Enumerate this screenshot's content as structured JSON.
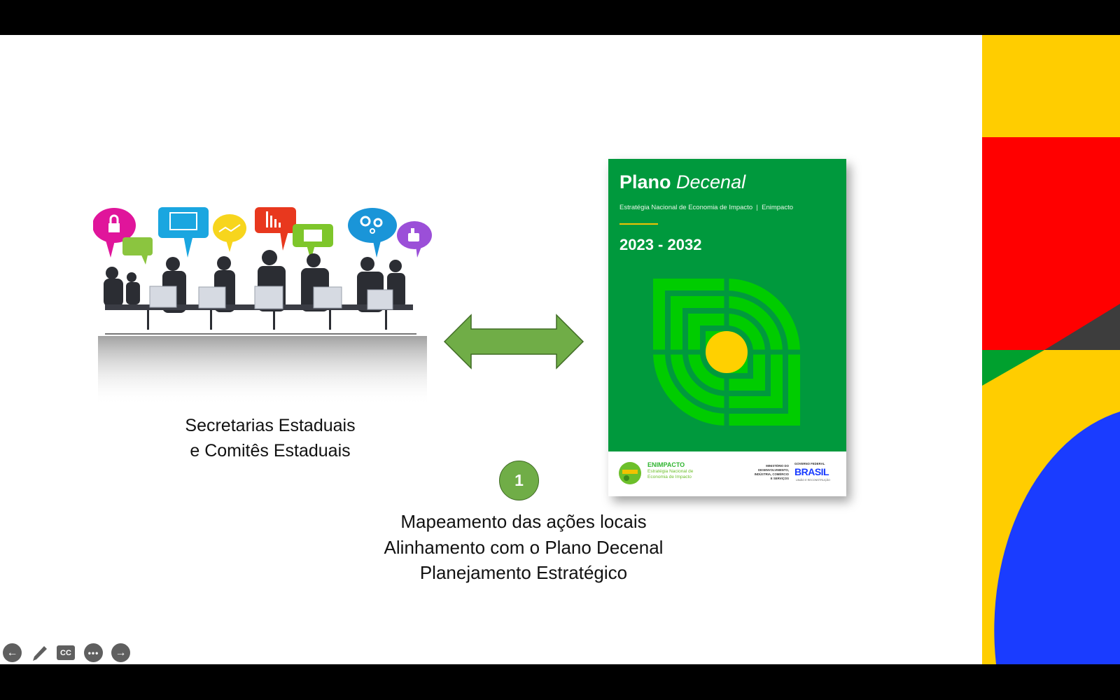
{
  "slide": {
    "left_caption": {
      "line1": "Secretarias Estaduais",
      "line2": "e Comitês Estaduais"
    },
    "step_number": "1",
    "bottom_caption": [
      "Mapeamento das ações locais",
      "Alinhamento com o Plano Decenal",
      "Planejamento Estratégico"
    ],
    "book": {
      "title_bold": "Plano",
      "title_italic": "Decenal",
      "subtitle": "Estratégia Nacional de Economia de Impacto  |  Enimpacto",
      "years": "2023 - 2032",
      "footer": {
        "brand": "ENIMPACTO",
        "brand_sub1": "Estratégia Nacional de",
        "brand_sub2": "Economia de Impacto",
        "ministry": [
          "MINISTÉRIO DO",
          "DESENVOLVIMENTO,",
          "INDÚSTRIA, COMÉRCIO",
          "E SERVIÇOS"
        ],
        "gov": "GOVERNO FEDERAL",
        "brasil": "BRASIL",
        "gov_tagline": "UNIÃO E RECONSTRUÇÃO"
      }
    },
    "colors": {
      "arrow": "#70AD47",
      "book_green": "#00993D",
      "emblem_green": "#00CC00",
      "sun": "#FFD000",
      "yellow": "#FFCD00",
      "red": "#FF0000",
      "blue": "#1A3CFF"
    }
  },
  "toolbar": {
    "prev": "arrow-left-icon",
    "pen": "pencil-icon",
    "cc_label": "CC",
    "more": "more-icon",
    "next": "arrow-right-icon"
  }
}
